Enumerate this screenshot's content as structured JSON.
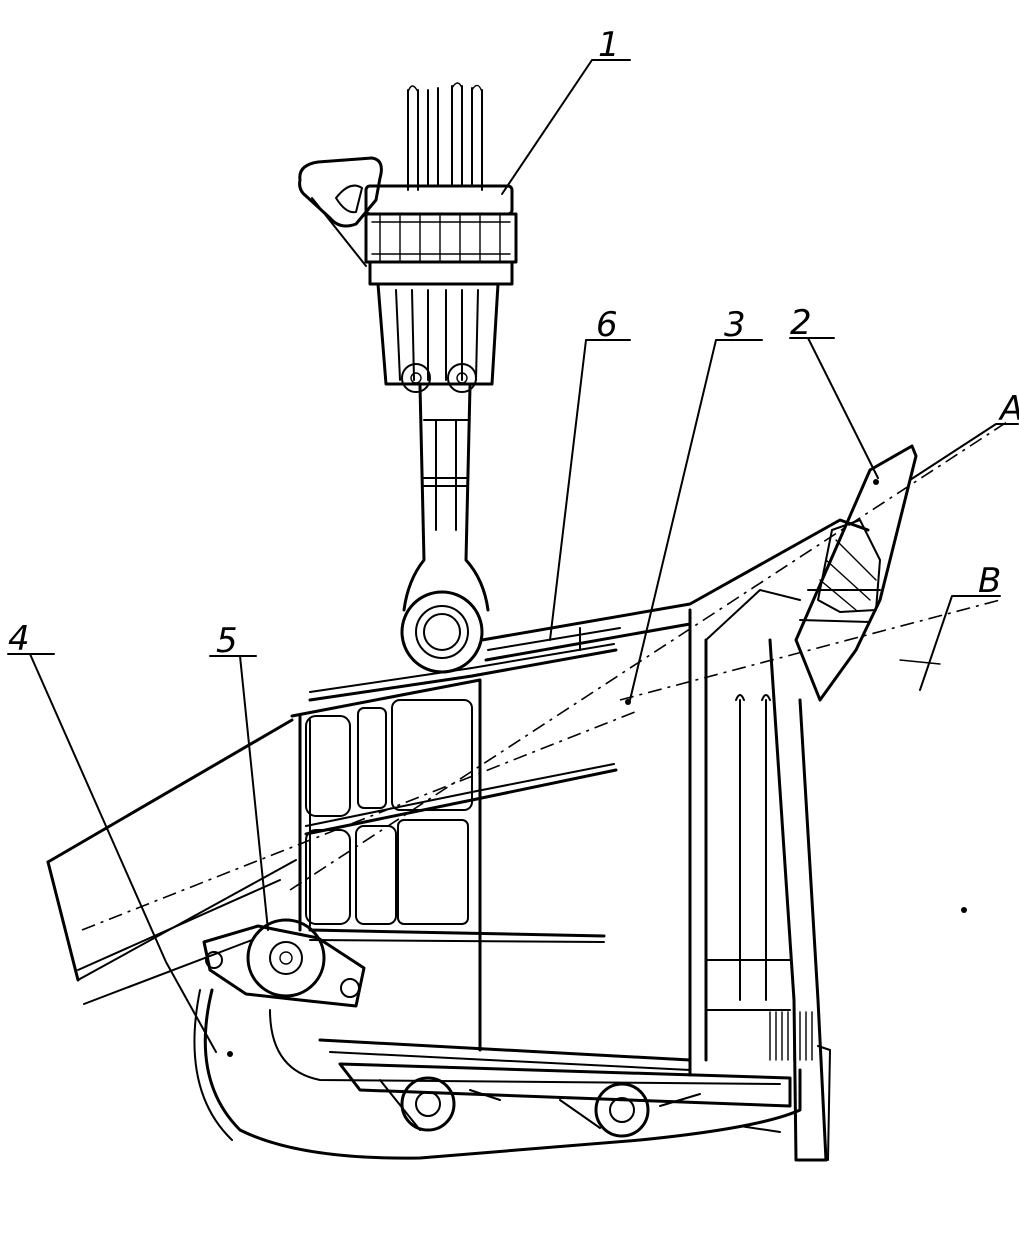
{
  "figure": {
    "labels": {
      "part1": "1",
      "part2": "2",
      "part3": "3",
      "part4": "4",
      "part5": "5",
      "part6": "6",
      "axisA": "A",
      "axisB": "B"
    }
  }
}
